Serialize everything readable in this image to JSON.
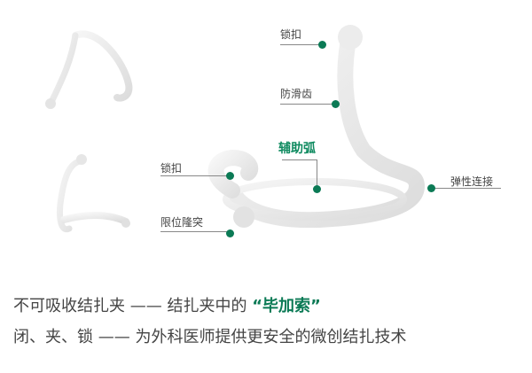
{
  "labels": {
    "top_lock": "锁扣",
    "anti_slip_teeth": "防滑齿",
    "auxiliary_arc": "辅助弧",
    "left_lock": "锁扣",
    "limit_bump": "限位隆突",
    "elastic_joint": "弹性连接"
  },
  "tagline": {
    "line1_prefix": "不可吸收结扎夹 —— 结扎夹中的",
    "line1_open_quote": "“",
    "line1_highlight": "毕加索",
    "line1_close_quote": "”",
    "line2": "闭、夹、锁 —— 为外科医师提供更安全的微创结扎技术"
  },
  "colors": {
    "accent": "#0b7a55",
    "clip": "#eeeeee"
  }
}
